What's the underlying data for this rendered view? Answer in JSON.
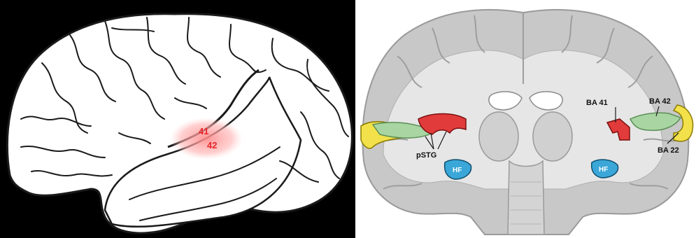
{
  "left_panel": {
    "labels": {
      "ba41": "41",
      "ba42": "42"
    },
    "colors": {
      "background": "#000000",
      "brain": "#ffffff",
      "outline": "#1a1a1a",
      "highlight": "#ff9a9a",
      "label": "#e8262a"
    }
  },
  "right_panel": {
    "labels": {
      "pstg": "pSTG",
      "ba41": "BA 41",
      "ba42": "BA 42",
      "ba22": "BA 22",
      "hf_left": "HF",
      "hf_right": "HF"
    },
    "colors": {
      "tissue": "#c8c8c8",
      "white_matter": "#e6e6e6",
      "red": "#e23b3b",
      "green": "#a8d5a2",
      "yellow": "#f2e14a",
      "blue": "#3aa7d8"
    }
  }
}
